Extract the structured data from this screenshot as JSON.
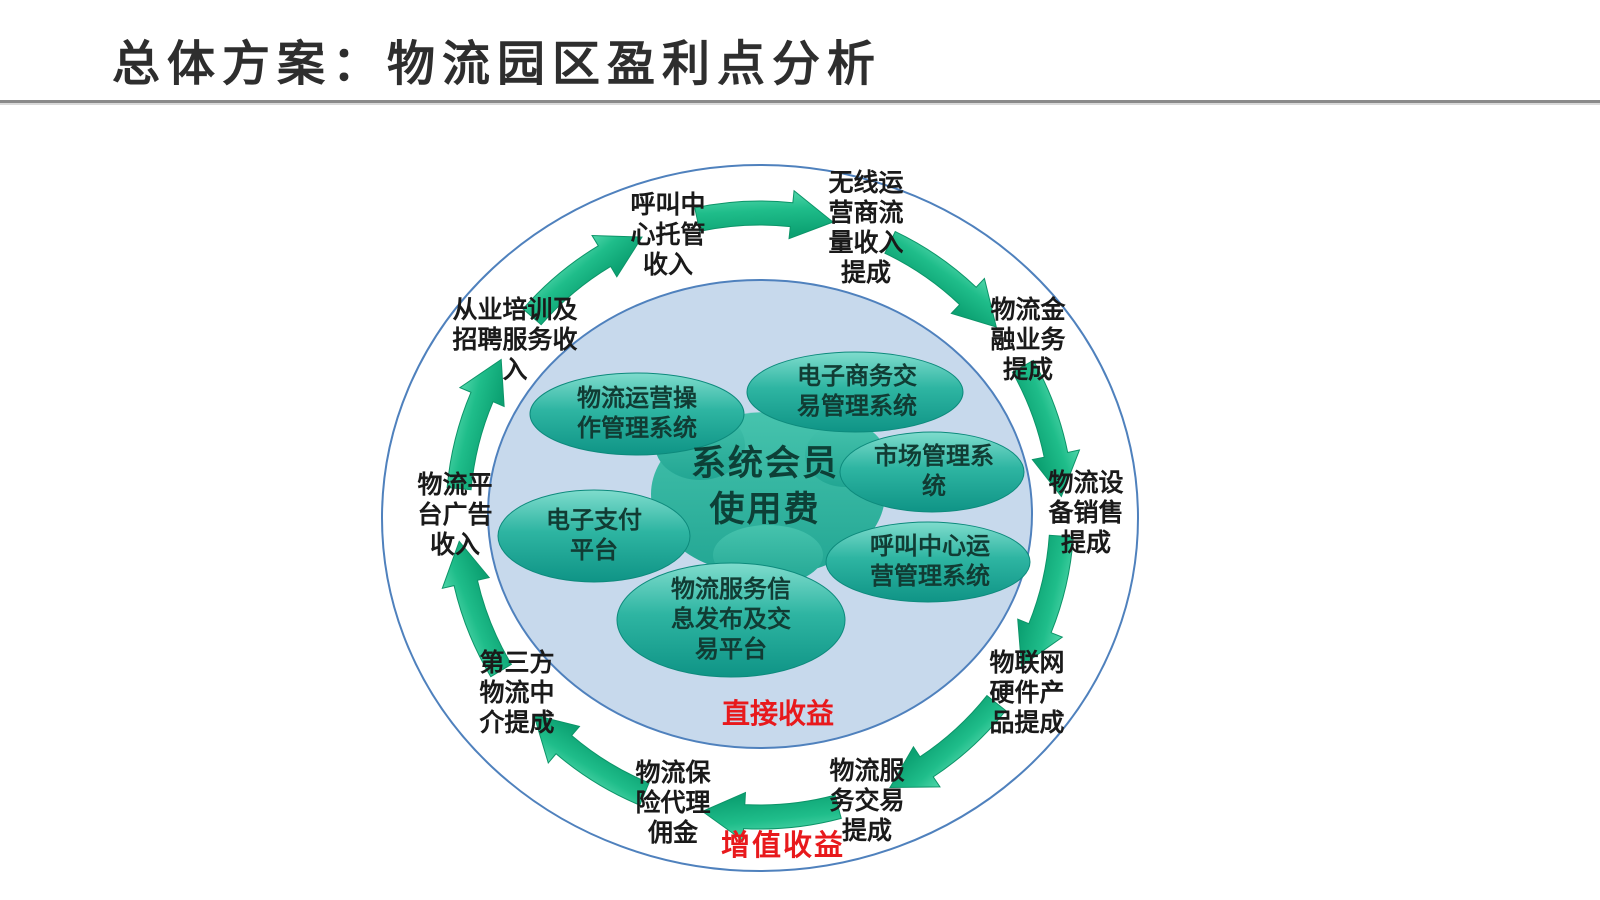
{
  "title": "总体方案：物流园区盈利点分析",
  "diagram": {
    "center": {
      "label": "系统会员\n使用费"
    },
    "inner_systems": [
      {
        "name": "logistics-operation-mgmt-system",
        "label": "物流运营操\n作管理系统"
      },
      {
        "name": "ecommerce-trade-mgmt-system",
        "label": "电子商务交\n易管理系统"
      },
      {
        "name": "market-mgmt-system",
        "label": "市场管理系\n统"
      },
      {
        "name": "e-payment-platform",
        "label": "电子支付\n平台"
      },
      {
        "name": "call-center-ops-mgmt-system",
        "label": "呼叫中心运\n营管理系统"
      },
      {
        "name": "logistics-info-trade-platform",
        "label": "物流服务信\n息发布及交\n易平台"
      }
    ],
    "zones": {
      "direct": "直接收益",
      "value_added": "增值收益"
    },
    "outer_revenues": [
      {
        "name": "call-center-hosting",
        "label": "呼叫中\n心托管\n收入"
      },
      {
        "name": "wireless-carrier-traffic",
        "label": "无线运\n营商流\n量收入\n提成"
      },
      {
        "name": "logistics-finance",
        "label": "物流金\n融业务\n提成"
      },
      {
        "name": "equipment-sales",
        "label": "物流设\n备销售\n提成"
      },
      {
        "name": "iot-hardware",
        "label": "物联网\n硬件产\n品提成"
      },
      {
        "name": "service-transaction",
        "label": "物流服\n务交易\n提成"
      },
      {
        "name": "insurance-agency",
        "label": "物流保\n险代理\n佣金"
      },
      {
        "name": "third-party-intermediary",
        "label": "第三方\n物流中\n介提成"
      },
      {
        "name": "platform-advertising",
        "label": "物流平\n台广告\n收入"
      },
      {
        "name": "training-recruitment",
        "label": "从业培训及\n招聘服务收\n入"
      }
    ],
    "colors": {
      "circle_border": "#4f81bd",
      "inner_fill": "#c7d9ec",
      "ellipse_top": "#7fdccd",
      "ellipse_mid": "#2eb5a2",
      "ellipse_bottom": "#0f9486",
      "blob_top": "#46c3ad",
      "blob_bottom": "#22a693",
      "arrow_light": "#63dfb6",
      "arrow_mid": "#1fbd8a",
      "arrow_dark": "#0ca172",
      "red_text": "#e8191c"
    }
  }
}
